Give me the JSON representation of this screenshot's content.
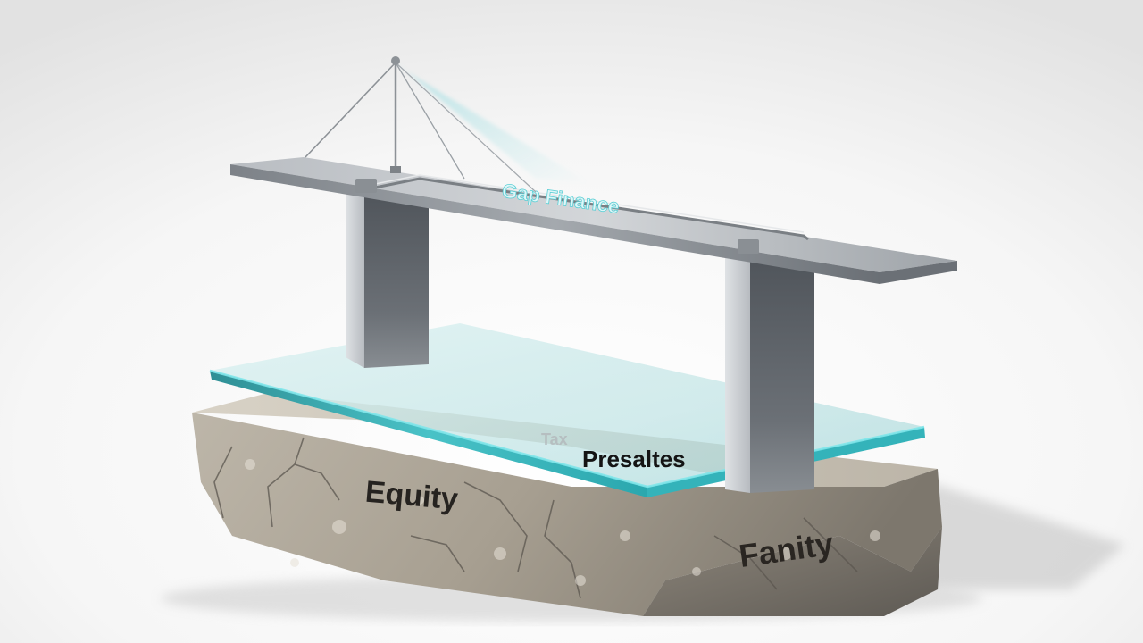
{
  "diagram": {
    "beam_label": "Gap Finance",
    "glass_faint_label": "Tax",
    "glass_label": "Presaltes",
    "stone_left_label": "Equity",
    "stone_right_label": "Fanity"
  },
  "colors": {
    "background_top": "#ececec",
    "steel_light": "#c9cdd1",
    "steel_mid": "#9aa0a6",
    "steel_dark": "#5c6167",
    "glass_tint": "#bfe6e6",
    "glass_edge": "#3fb3b8",
    "glow": "#7fd6dc",
    "stone_light": "#cfc8bb",
    "stone_mid": "#a49c8e",
    "stone_dark": "#6f6a62"
  }
}
